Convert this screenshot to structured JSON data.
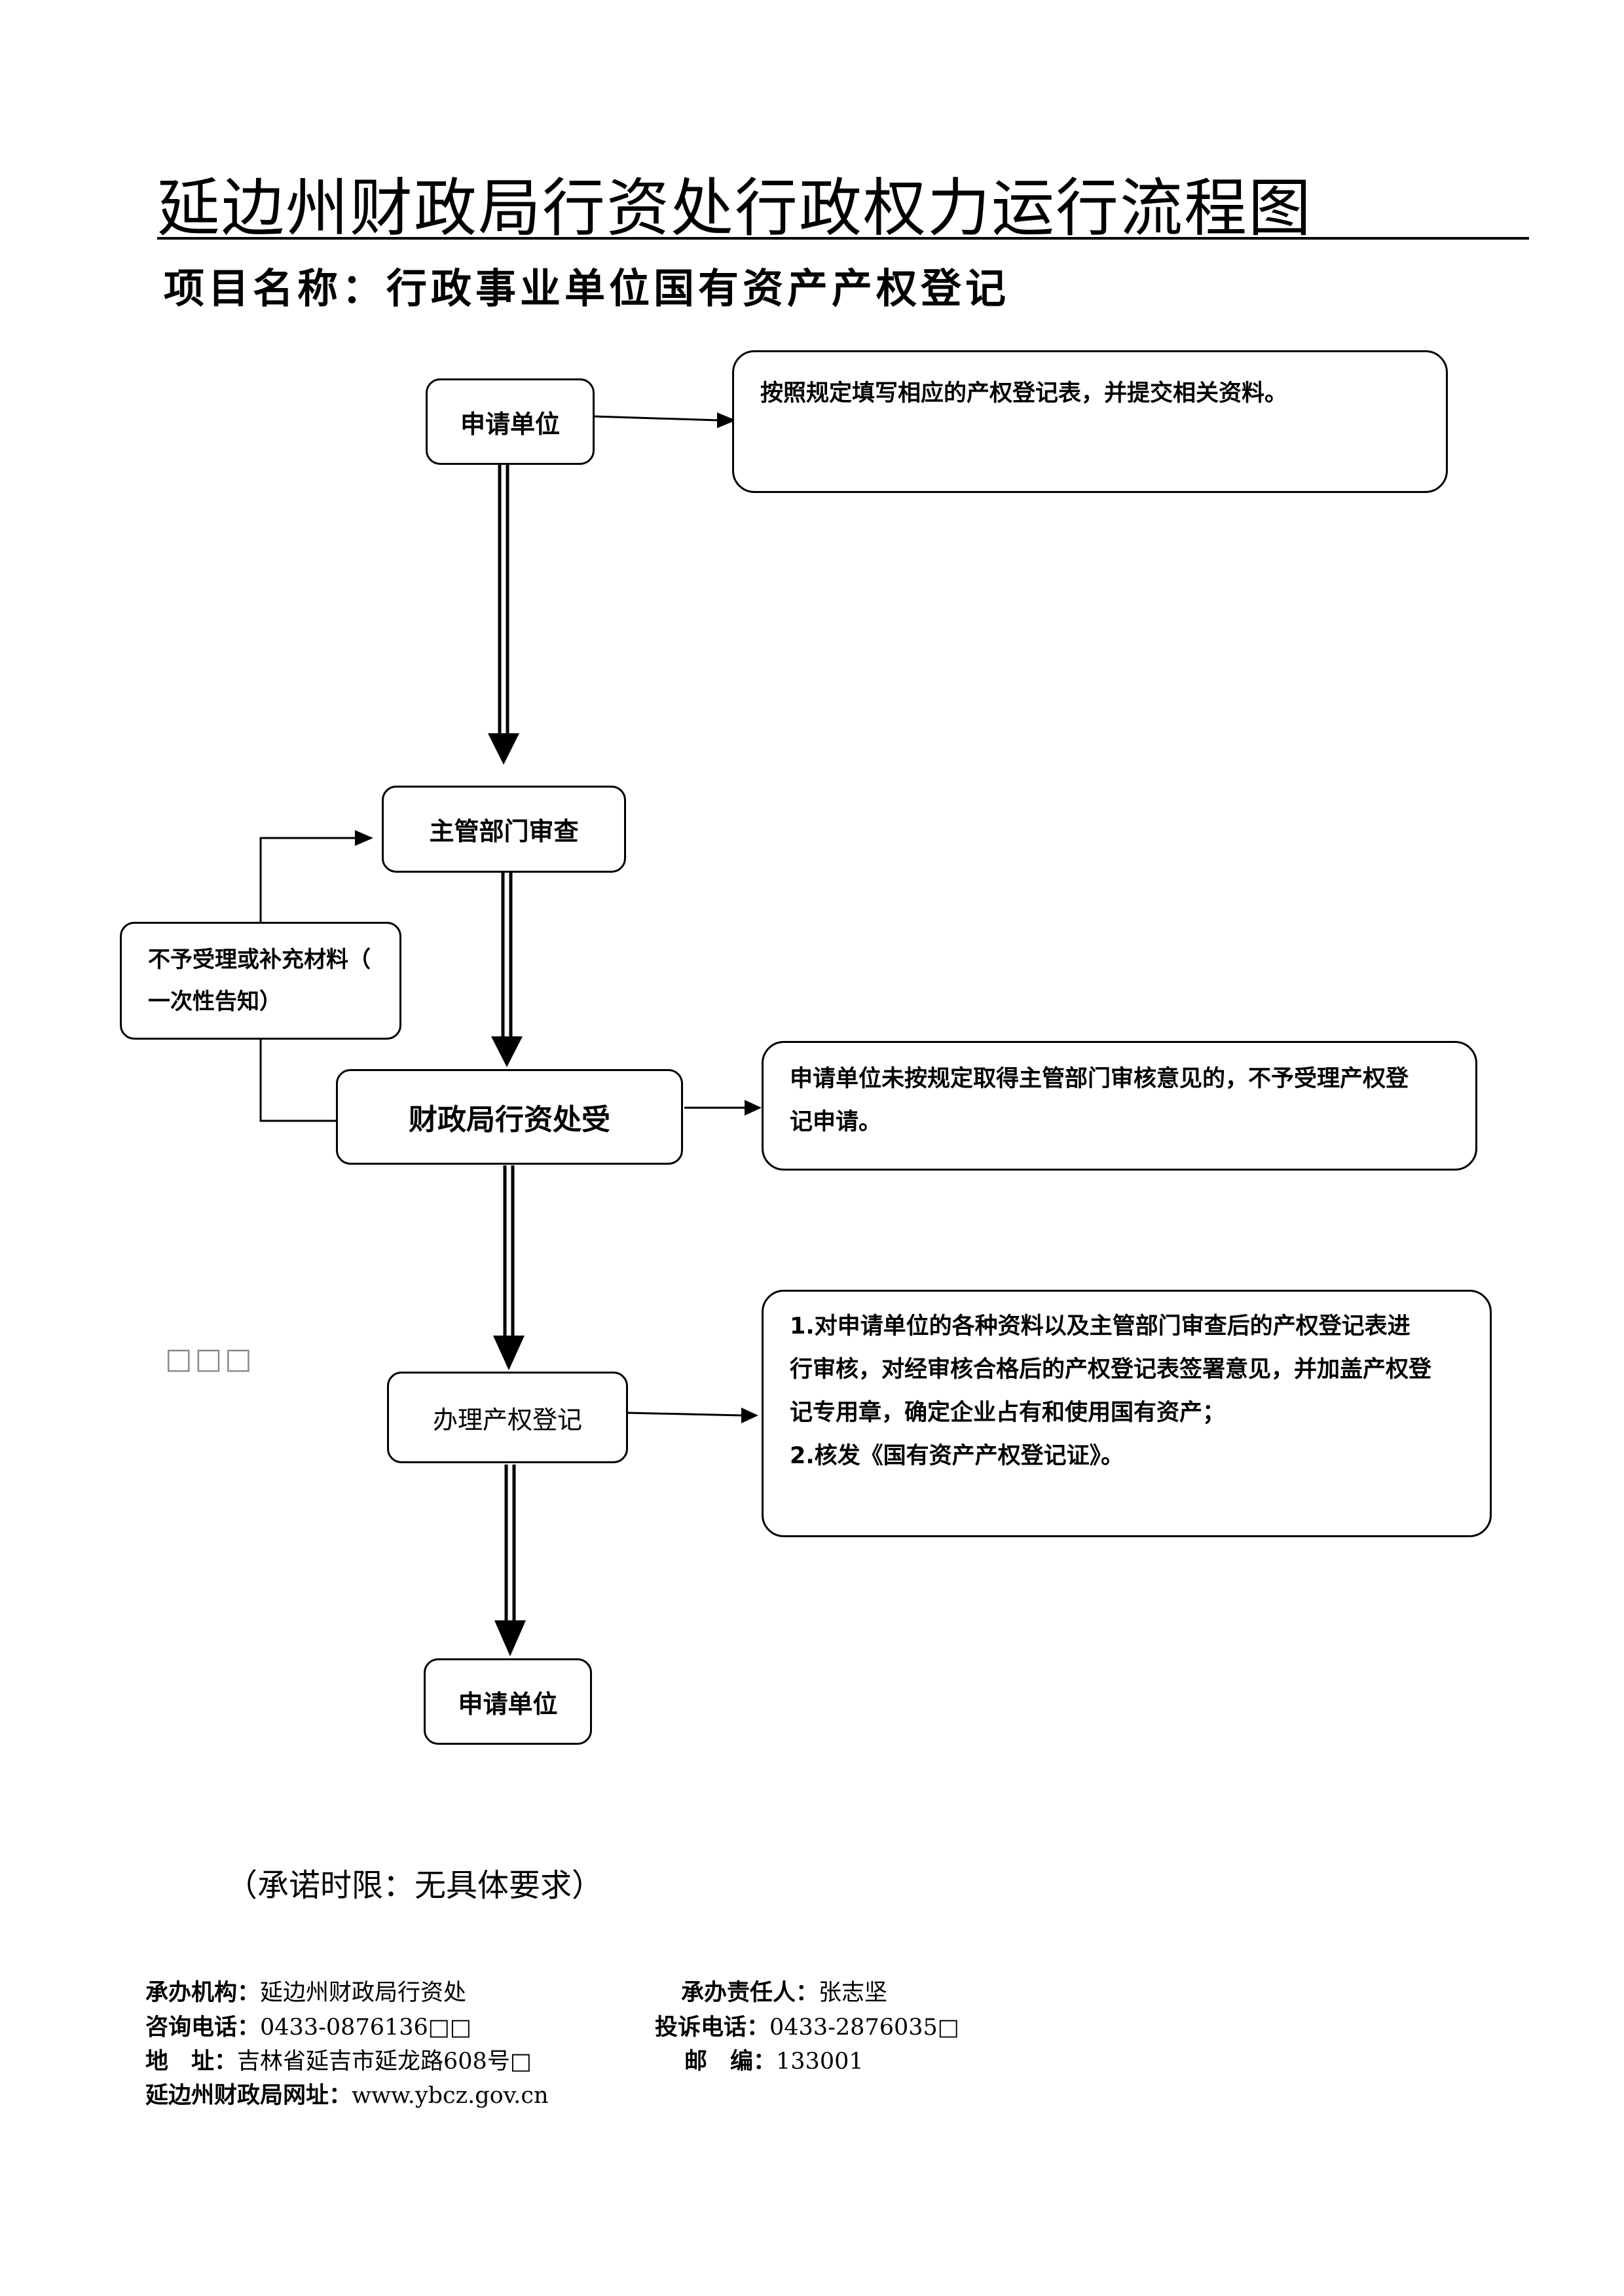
{
  "title": "延边州财政局行资处行政权力运行流程图",
  "project_line": "项目名称：行政事业单位国有资产产权登记",
  "nodes": {
    "apply_top": "申请单位",
    "dept_review": "主管部门审查",
    "finance_accept": "财政局行资处受",
    "process_registration": "办理产权登记",
    "apply_bottom": "申请单位",
    "reject_supplement_line1": "不予受理或补充材料（",
    "reject_supplement_line2": "一次性告知）"
  },
  "notes": {
    "fill_form": [
      "按照规定填写相应的产权登记表，并提交相关资料。"
    ],
    "not_accepted": [
      "申请单位未按规定取得主管部门审核意见的，不予受理产权登",
      "记申请。"
    ],
    "review_steps": [
      "1.对申请单位的各种资料以及主管部门审查后的产权登记表进",
      "行审核，对经审核合格后的产权登记表签署意见，并加盖产权登",
      "记专用章，确定企业占有和使用国有资产；",
      "2.核发《国有资产产权登记证》。"
    ]
  },
  "gray_mark": "□□□",
  "promise": "（承诺时限：无具体要求）",
  "footer": {
    "agency_label": "承办机构：",
    "agency_value": "延边州财政局行资处",
    "person_label": "承办责任人：",
    "person_value": "张志坚",
    "consult_label": "咨询电话：",
    "consult_value": "0433-0876136□□",
    "complaint_label": "投诉电话：",
    "complaint_value": "0433-2876035□",
    "address_label": "地　址：",
    "address_value": "吉林省延吉市延龙路608号□",
    "postcode_label": "邮　编：",
    "postcode_value": "133001",
    "website_label": "延边州财政局网址：",
    "website_value": "www.ybcz.gov.cn"
  }
}
